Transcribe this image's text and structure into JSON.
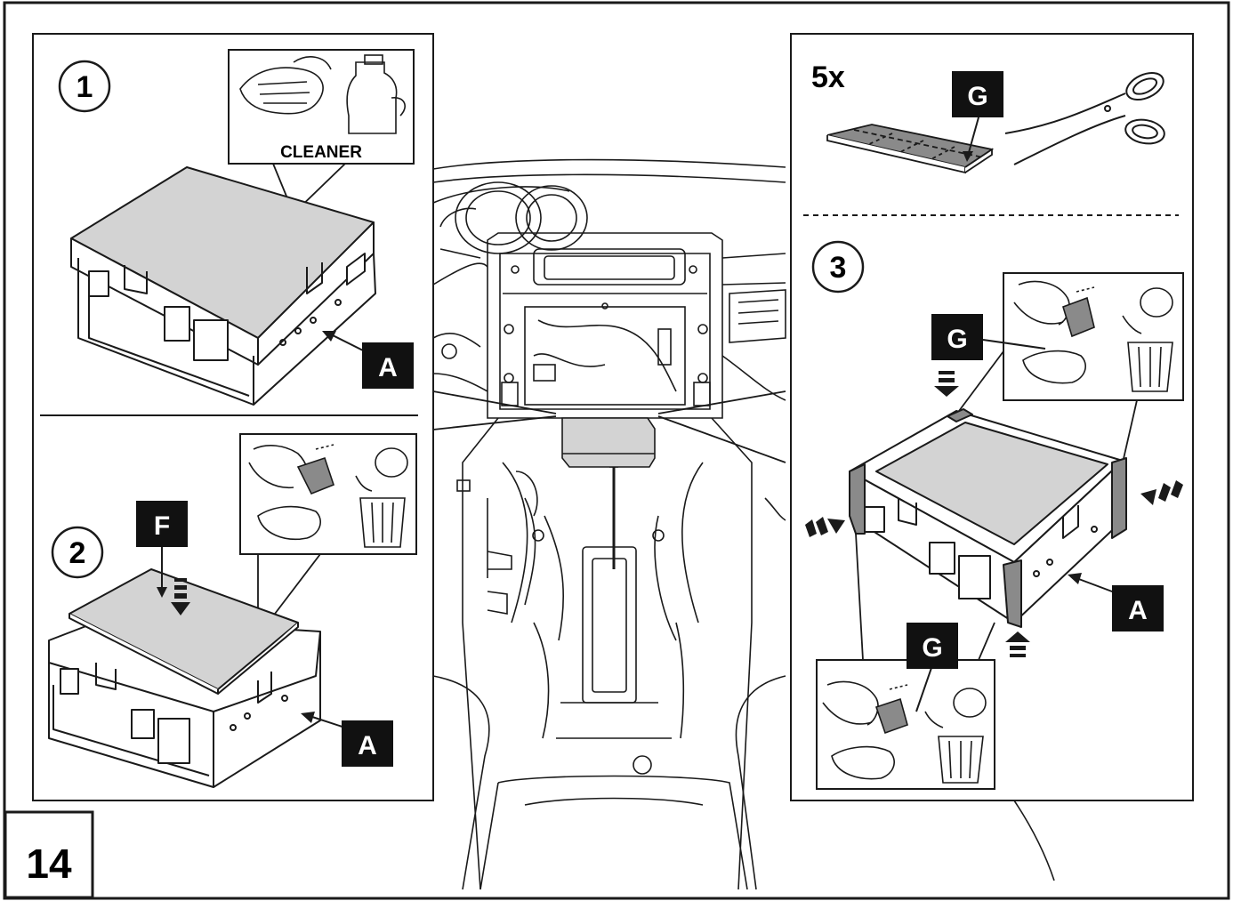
{
  "step_number": "14",
  "panel1": {
    "step": "1",
    "cleaner_label": "CLEANER",
    "part_label": "A"
  },
  "panel2": {
    "step": "2",
    "part_label_f": "F",
    "part_label": "A"
  },
  "panel_parts": {
    "quantity": "5x",
    "part_label": "G"
  },
  "panel3": {
    "step": "3",
    "part_label_top": "G",
    "part_label_bottom": "G",
    "part_label": "A"
  },
  "colors": {
    "line": "#1a1a1a",
    "fill_gray": "#d3d3d3",
    "dark_gray": "#8a8a8a",
    "label_bg": "#111111"
  }
}
